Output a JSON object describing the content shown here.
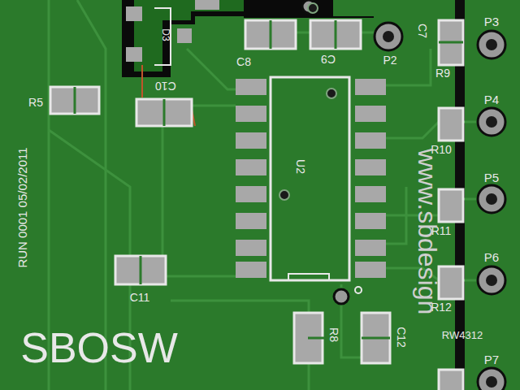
{
  "diagram": {
    "labels": [
      "C7",
      "C8",
      "C9",
      "P2",
      "P3",
      "P4",
      "P5",
      "P6",
      "P7",
      "R9",
      "R10",
      "R11",
      "R12",
      "D3",
      "C10",
      "R5",
      "U2",
      "C11",
      "R8",
      "C12",
      "RW4312",
      "RUN 0001 05/02/2011",
      "SBOSW",
      "www.sbdesign"
    ]
  }
}
